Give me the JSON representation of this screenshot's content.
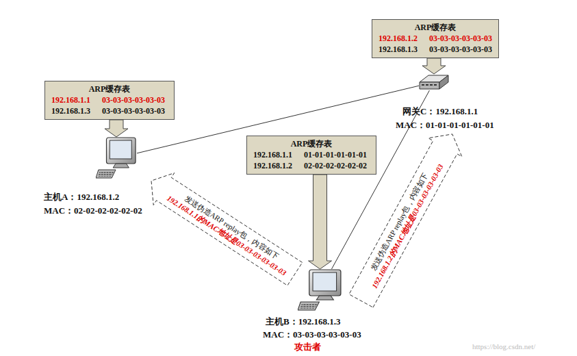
{
  "diagram": {
    "nodes": [
      {
        "text": [
          "ARP缓存表",
          "192.168.1.2 03-03-03-03-03-03",
          "192.168.1.3 03-03-03-03-03-03"
        ]
      },
      {
        "text": [
          "ARP缓存表",
          "192.168.1.1 03-03-03-03-03-03",
          "192.168.1.3 03-03-03-03-03-03"
        ]
      },
      {
        "text": [
          "网关C：192.168.1.1",
          "MAC：01-01-01-01-01-01"
        ]
      },
      {
        "text": [
          "ARP缓存表",
          "192.168.1.1 01-01-01-01-01-01",
          "192.168.1.2 02-02-02-02-02-02"
        ]
      },
      {
        "text": [
          "主机A：192.168.1.2",
          "MAC：02-02-02-02-02-02"
        ]
      },
      {
        "text": [
          "主机B：192.168.1.3",
          "MAC：03-03-03-03-03-03",
          "攻击者"
        ]
      }
    ],
    "edges": [
      {
        "from": 0,
        "to": 2,
        "arrow": "to"
      },
      {
        "from": 1,
        "to": 4,
        "arrow": "to"
      },
      {
        "from": 3,
        "to": 5,
        "arrow": "to"
      },
      {
        "from": 4,
        "to": 2,
        "arrow": "none"
      },
      {
        "from": 5,
        "to": 2,
        "arrow": "none"
      },
      {
        "from": 5,
        "to": 4,
        "arrow": "to",
        "label": "发送伪造ARP replay包，内容如下"
      },
      {
        "from": 5,
        "to": 2,
        "arrow": "to",
        "label": "发送伪造ARP replay包，内容如下"
      }
    ],
    "labels": [
      "192.168.1.1的MAC地址是03-03-03-03-03-03",
      "192.168.1.2的MAC地址是03-03-03-03-03-03",
      "https://blog.csdn.net/"
    ]
  }
}
